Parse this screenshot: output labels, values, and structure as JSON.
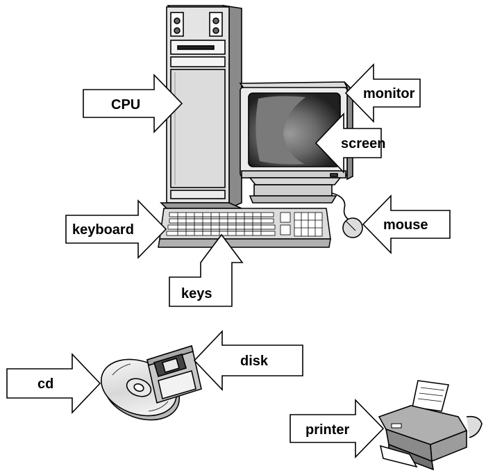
{
  "labels": {
    "cpu": "CPU",
    "monitor": "monitor",
    "screen": "screen",
    "keyboard": "keyboard",
    "mouse": "mouse",
    "keys": "keys",
    "disk": "disk",
    "cd": "cd",
    "printer": "printer"
  }
}
